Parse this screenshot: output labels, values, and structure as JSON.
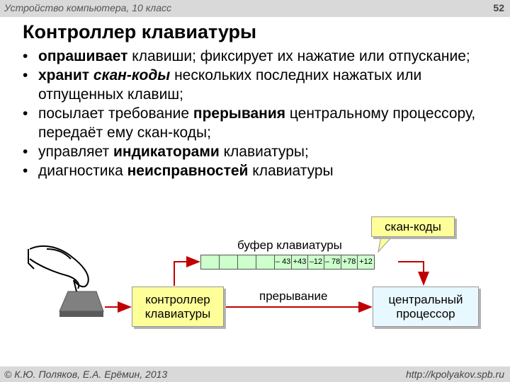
{
  "header": {
    "course": "Устройство компьютера, 10 класс",
    "page_number": "52"
  },
  "title": "Контроллер клавиатуры",
  "bullets": [
    {
      "parts": [
        {
          "bold": "опрашивает"
        },
        {
          "text": " клавиши; фиксирует их нажатие или отпускание;"
        }
      ]
    },
    {
      "parts": [
        {
          "bold": "хранит"
        },
        {
          "text": " "
        },
        {
          "bolditalic": "скан-коды"
        },
        {
          "text": " нескольких последних нажатых или отпущенных клавиш;"
        }
      ]
    },
    {
      "parts": [
        {
          "text": "посылает требование "
        },
        {
          "bold": "прерывания"
        },
        {
          "text": " центральному процессору, передаёт ему скан-коды;"
        }
      ]
    },
    {
      "parts": [
        {
          "text": " управляет "
        },
        {
          "bold": "индикаторами"
        },
        {
          "text": " клавиатуры;"
        }
      ]
    },
    {
      "parts": [
        {
          "text": "диагностика "
        },
        {
          "bold": "неисправностей"
        },
        {
          "text": " клавиатуры"
        }
      ]
    }
  ],
  "diagram": {
    "callout": "скан-коды",
    "buffer_label": "буфер клавиатуры",
    "buffer_values": [
      "– 43",
      "+43",
      "–12",
      "– 78",
      "+78",
      "+12"
    ],
    "buffer_empty_cells": 4,
    "controller_label": "контроллер клавиатуры",
    "interrupt_label": "прерывание",
    "cpu_label": "центральный процессор"
  },
  "footer": {
    "copyright": "© К.Ю. Поляков, Е.А. Ерёмин, 2013",
    "url": "http://kpolyakov.spb.ru"
  }
}
